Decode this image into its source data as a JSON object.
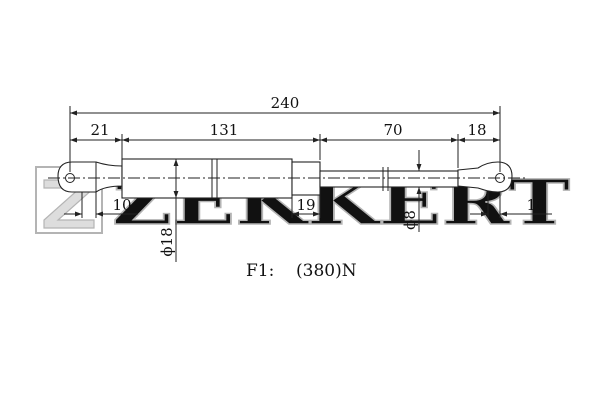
{
  "watermark": {
    "brand": "ZEKKERT"
  },
  "dimensions": {
    "total_length": "240",
    "left_end": "21",
    "cylinder": "131",
    "rod": "70",
    "right_end": "18",
    "left_eye": "10",
    "right_eye": "10",
    "collar": "19",
    "cylinder_diameter": "ϕ18",
    "rod_diameter": "ϕ8"
  },
  "force": {
    "label": "F1:",
    "value": "(380)N"
  },
  "colors": {
    "line": "#222222",
    "watermark_fill": "#dddddd",
    "watermark_stroke": "#b4b4b4"
  }
}
